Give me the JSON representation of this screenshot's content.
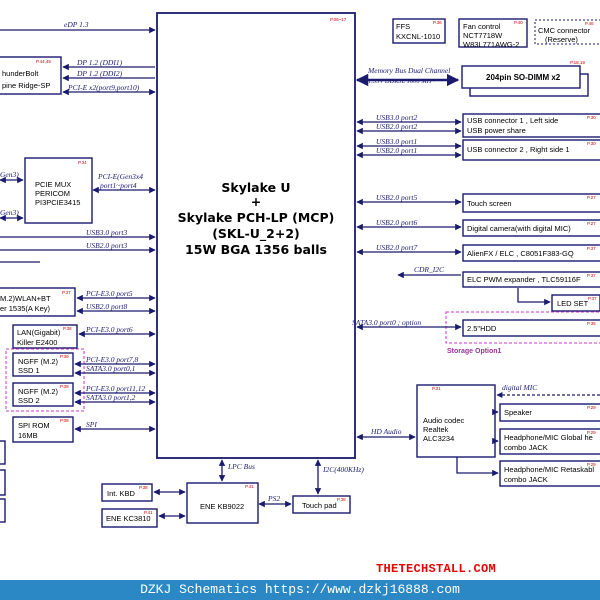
{
  "cpu": {
    "page": "P.06~17",
    "line1": "Skylake U",
    "line2": "+",
    "line3": "Skylake PCH-LP (MCP)",
    "line4": "(SKL-U_2+2)",
    "line5": "15W  BGA 1356 balls"
  },
  "left_blocks": {
    "thunderbolt_l1": "hunderBolt",
    "thunderbolt_l2": "pine Ridge-SP",
    "thunderbolt_page": "P.44,45",
    "pcie_mux_l1": "PCIE MUX",
    "pcie_mux_l2": "PERICOM",
    "pcie_mux_l3": "PI3PCIE3415",
    "pcie_mux_page": "P.34",
    "wlan_l1": "M.2)WLAN+BT",
    "wlan_l2": "er 1535(A Key)",
    "wlan_page": "P.37",
    "lan_l1": "LAN(Gigabit)",
    "lan_l2": "Killer E2400",
    "lan_page": "P.38",
    "ssd1_l1": "NGFF (M.2)",
    "ssd1_l2": "SSD 1",
    "ssd1_page": "P.39",
    "ssd2_l1": "NGFF (M.2)",
    "ssd2_l2": "SSD 2",
    "ssd2_page": "P.39",
    "spi_l1": "SPI ROM",
    "spi_l2": "16MB",
    "spi_page": "P.08",
    "gen3_top": "Gen3)",
    "gen3_bot": "Gen3)"
  },
  "left_buses": {
    "edp": "eDP 1.3",
    "dp1": "DP 1.2 (DDI1)",
    "dp2": "DP 1.2 (DDI2)",
    "pcie_tb": "PCI-E x2(port9,port10)",
    "pcie_mux_l1": "PCI-E(Gen3x4",
    "pcie_mux_l2": "port1~port4",
    "usb3_3": "USB3.0 port3",
    "usb2_3": "USB2.0 port3",
    "pcie_5": "PCI-E3.0 port5",
    "usb2_8": "USB2.0 port8",
    "pcie_6": "PCI-E3.0 port6",
    "pcie_78": "PCI-E3.0 port7,8",
    "sata_01": "SATA3.0 port0,1",
    "pcie_1112": "PCI-E3.0 port11,12",
    "sata_12": "SATA3.0 port1,2",
    "spi": "SPI"
  },
  "top_right": {
    "ffs_l1": "FFS",
    "ffs_l2": "KXCNL-1010",
    "ffs_page": "P.36",
    "fan_l1": "Fan control",
    "fan_l2": "NCT7718W",
    "fan_l3": "W83L771AWG-2",
    "fan_page": "P.40",
    "cmc_l1": "CMC connector",
    "cmc_l2": "(Reserve)",
    "cmc_page": "P.46",
    "mem_bus_l1": "Memory Bus Dual Channel",
    "mem_bus_l2": "1.35V DDR3L 1600 MH~",
    "dimm": "204pin SO-DIMM x2",
    "dimm_page": "P.18,19"
  },
  "right_blocks": {
    "usb_a_l1": "USB connector 1 , Left side",
    "usb_a_l2": "USB power share",
    "usb_a_page": "P.30",
    "usb_b": "USB connector 2 , Right side 1",
    "usb_b_page": "P.30",
    "touch": "Touch screen",
    "touch_page": "P.27",
    "camera": "Digital camera(with digital MIC)",
    "camera_page": "P.27",
    "alienfx": "AlienFX / ELC , C8051F383-GQ",
    "alienfx_page": "P.37",
    "elc": "ELC PWM expander , TLC59116F",
    "elc_page": "P.37",
    "led": "LED SET",
    "led_page": "P.37",
    "hdd": "2.5\"HDD",
    "hdd_page": "P.35",
    "storage": "Storage Option1",
    "codec_l1": "Audio codec",
    "codec_l2": "Realtek",
    "codec_l3": "ALC3234",
    "codec_page": "P.31",
    "speaker": "Speaker",
    "speaker_page": "P.29",
    "hp1_l1": "Headphone/MIC Global he",
    "hp1_l2": "combo JACK",
    "hp1_page": "P.29",
    "hp2_l1": "Headphone/MIC Retaskabl",
    "hp2_l2": "combo JACK",
    "hp2_page": "P.29"
  },
  "right_buses": {
    "usb3_2": "USB3.0 port2",
    "usb2_2": "USB2.0 port2",
    "usb3_1": "USB3.0 port1",
    "usb2_1": "USB2.0 port1",
    "usb2_5": "USB2.0 port5",
    "usb2_6": "USB2.0 port6",
    "usb2_7": "USB2.0 port7",
    "cdr": "CDR_I2C",
    "sata0": "SATA3.0 port0 ; option",
    "hda": "HD Audio",
    "dmic": "digital MIC"
  },
  "bottom": {
    "lpc": "LPC Bus",
    "i2c": "I2C(400KHz)",
    "ps2": "PS2",
    "ec_l1": "ENE KB9022",
    "ec_page": "P.41",
    "touchpad": "Touch pad",
    "touchpad_page": "P.38",
    "intkbd": "Int. KBD",
    "intkbd_page": "P.38",
    "kc3810": "ENE KC3810",
    "kc3810_page": "P.41"
  },
  "watermark": "THETECHSTALL.COM",
  "footer": "DZKJ Schematics https://www.dzkj16888.com",
  "colors": {
    "line": "#1a1a6e",
    "page_ref": "#cc0000",
    "footer_bg": "#2b88c4",
    "watermark": "#e60000",
    "storage_dash": "#cc33cc"
  }
}
